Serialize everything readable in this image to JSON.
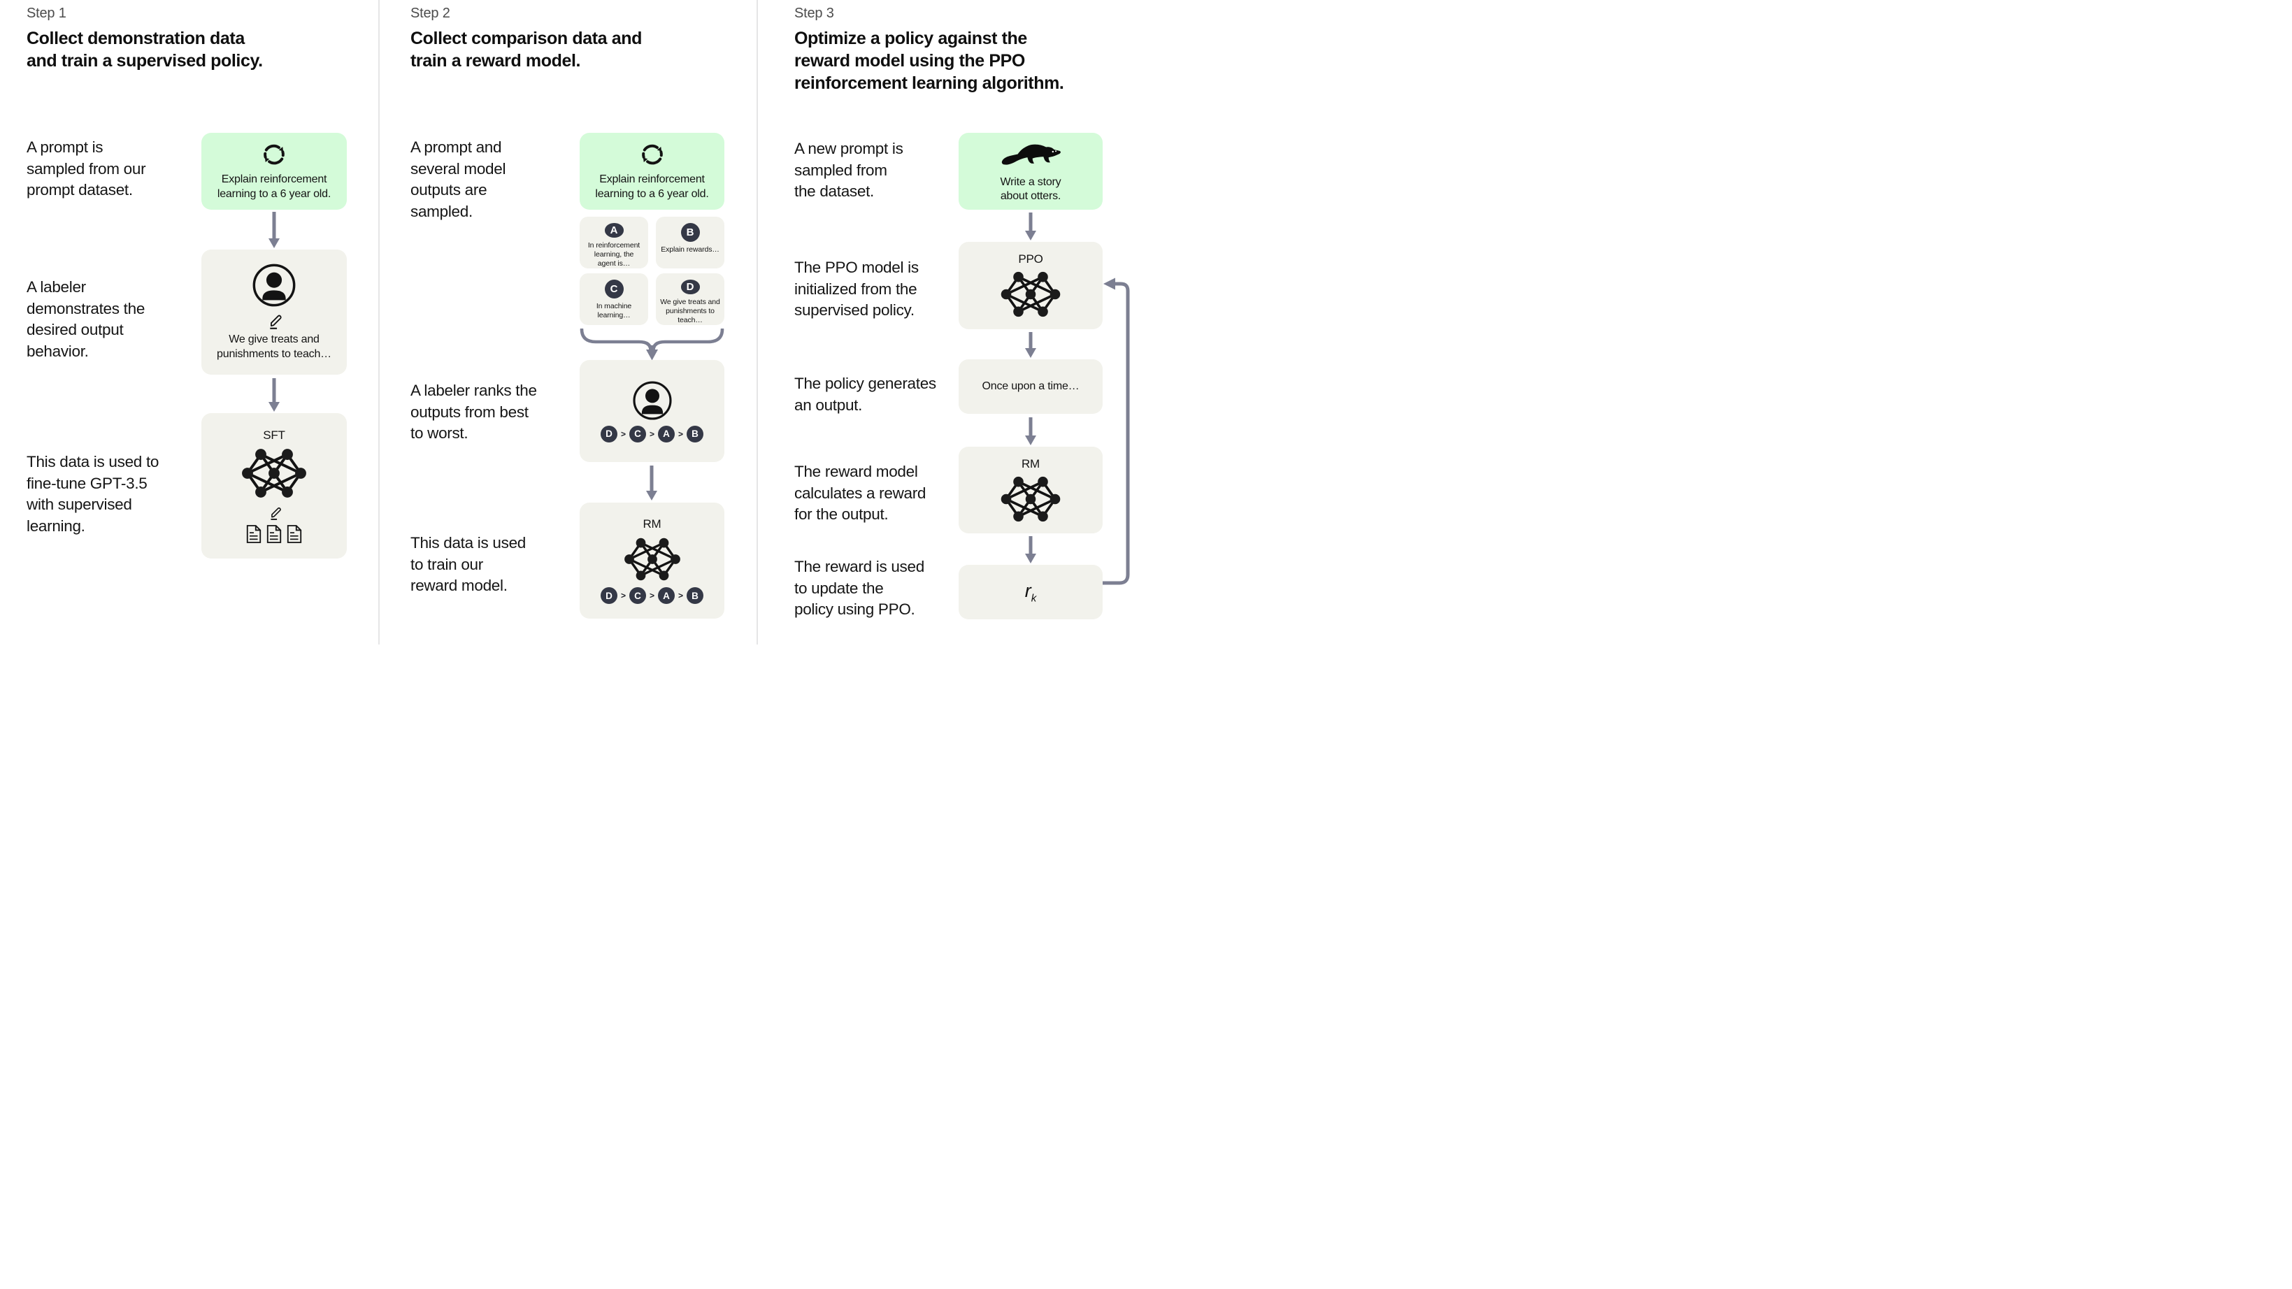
{
  "colors": {
    "background": "#ffffff",
    "prompt_box_green": "#d4fbd9",
    "card_gray": "#f2f2ec",
    "badge_navy": "#343846",
    "arrow_gray": "#7c7f92",
    "divider_gray": "#e5e5e6",
    "icon_black": "#131313"
  },
  "icons": {
    "prompt_icon": "cycle-arrows-icon",
    "labeler_icon": "person-icon",
    "edit_icon": "pencil-icon",
    "model_icon": "neural-network-icon",
    "data_icon": "documents-icon",
    "otter_icon": "otter-icon",
    "flow_icon": "down-arrow-icon",
    "merge_icon": "funnel-brace-arrow-icon",
    "feedback_icon": "loop-arrow-icon"
  },
  "steps": [
    {
      "label": "Step 1",
      "title": "Collect demonstration data\nand train a supervised policy.",
      "paragraphs": {
        "p1": "A prompt is\nsampled from our\nprompt dataset.",
        "p2": "A labeler\ndemonstrates the\ndesired output\nbehavior.",
        "p3": "This data is used to\nfine-tune GPT-3.5\nwith supervised\nlearning."
      },
      "prompt_box": "Explain reinforcement\nlearning to a 6 year old.",
      "labeler_box": "We give treats and\npunishments to teach…",
      "sft_label": "SFT"
    },
    {
      "label": "Step 2",
      "title": "Collect comparison data and\ntrain a reward model.",
      "paragraphs": {
        "p1": "A prompt and\nseveral model\noutputs are\nsampled.",
        "p2": "A labeler ranks the\noutputs from best\nto worst.",
        "p3": "This data is used\nto train our\nreward model."
      },
      "prompt_box": "Explain reinforcement\nlearning to a 6 year old.",
      "outputs": [
        {
          "id": "A",
          "text": "In reinforcement\nlearning, the\nagent is…"
        },
        {
          "id": "B",
          "text": "Explain rewards…"
        },
        {
          "id": "C",
          "text": "In machine\nlearning…"
        },
        {
          "id": "D",
          "text": "We give treats and\npunishments to\nteach…"
        }
      ],
      "ranking": [
        "D",
        "C",
        "A",
        "B"
      ],
      "ranking_separator": ">",
      "rm_label": "RM"
    },
    {
      "label": "Step 3",
      "title": "Optimize a policy against the\nreward model using the PPO\nreinforcement learning algorithm.",
      "paragraphs": {
        "p1": "A new prompt is\nsampled from\nthe dataset.",
        "p2": "The PPO model is\ninitialized from the\nsupervised policy.",
        "p3": "The policy generates\nan output.",
        "p4": "The reward model\ncalculates a reward\nfor the output.",
        "p5": "The reward is used\nto update the\npolicy using PPO."
      },
      "prompt_box": "Write a story\nabout otters.",
      "ppo_label": "PPO",
      "output_box": "Once upon a time…",
      "rm_label": "RM",
      "reward_symbol": "r",
      "reward_subscript": "k"
    }
  ]
}
